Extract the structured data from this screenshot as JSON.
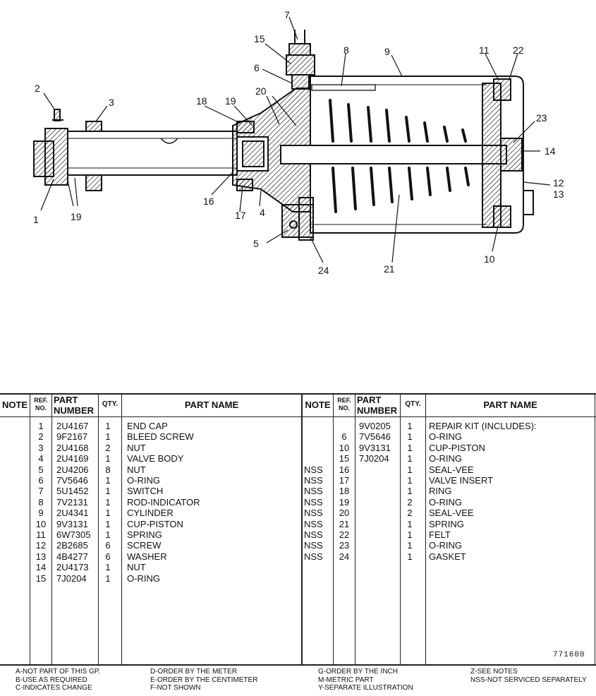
{
  "diagram": {
    "callouts": [
      "1",
      "2",
      "3",
      "4",
      "5",
      "6",
      "7",
      "8",
      "9",
      "10",
      "11",
      "12",
      "13",
      "14",
      "15",
      "16",
      "17",
      "18",
      "19",
      "19",
      "20",
      "21",
      "22",
      "23",
      "24"
    ]
  },
  "table": {
    "headers": {
      "note": "NOTE",
      "ref_no": "REF. NO.",
      "part_number": "PART NUMBER",
      "qty": "QTY.",
      "part_name": "PART NAME"
    },
    "left_rows": [
      {
        "note": "",
        "ref": "1",
        "part": "2U4167",
        "qty": "1",
        "name": "END CAP"
      },
      {
        "note": "",
        "ref": "2",
        "part": "9F2167",
        "qty": "1",
        "name": "BLEED SCREW"
      },
      {
        "note": "",
        "ref": "3",
        "part": "2U4168",
        "qty": "2",
        "name": "NUT"
      },
      {
        "note": "",
        "ref": "4",
        "part": "2U4169",
        "qty": "1",
        "name": "VALVE BODY"
      },
      {
        "note": "",
        "ref": "5",
        "part": "2U4206",
        "qty": "8",
        "name": "NUT"
      },
      {
        "note": "",
        "ref": "6",
        "part": "7V5646",
        "qty": "1",
        "name": "O-RING"
      },
      {
        "note": "",
        "ref": "7",
        "part": "5U1452",
        "qty": "1",
        "name": "SWITCH"
      },
      {
        "note": "",
        "ref": "8",
        "part": "7V2131",
        "qty": "1",
        "name": "ROD-INDICATOR"
      },
      {
        "note": "",
        "ref": "9",
        "part": "2U4341",
        "qty": "1",
        "name": "CYLINDER"
      },
      {
        "note": "",
        "ref": "10",
        "part": "9V3131",
        "qty": "1",
        "name": "CUP-PISTON"
      },
      {
        "note": "",
        "ref": "11",
        "part": "6W7305",
        "qty": "1",
        "name": "SPRING"
      },
      {
        "note": "",
        "ref": "12",
        "part": "2B2685",
        "qty": "6",
        "name": "SCREW"
      },
      {
        "note": "",
        "ref": "13",
        "part": "4B4277",
        "qty": "6",
        "name": "WASHER"
      },
      {
        "note": "",
        "ref": "14",
        "part": "2U4173",
        "qty": "1",
        "name": "NUT"
      },
      {
        "note": "",
        "ref": "15",
        "part": "7J0204",
        "qty": "1",
        "name": "O-RING"
      }
    ],
    "right_rows": [
      {
        "note": "",
        "ref": "",
        "part": "9V0205",
        "qty": "1",
        "name": "REPAIR KIT (INCLUDES):"
      },
      {
        "note": "",
        "ref": "6",
        "part": "7V5646",
        "qty": "1",
        "name": "O-RING"
      },
      {
        "note": "",
        "ref": "10",
        "part": "9V3131",
        "qty": "1",
        "name": "CUP-PISTON"
      },
      {
        "note": "",
        "ref": "15",
        "part": "7J0204",
        "qty": "1",
        "name": "O-RING"
      },
      {
        "note": "NSS",
        "ref": "16",
        "part": "",
        "qty": "1",
        "name": "SEAL-VEE"
      },
      {
        "note": "NSS",
        "ref": "17",
        "part": "",
        "qty": "1",
        "name": "VALVE INSERT"
      },
      {
        "note": "NSS",
        "ref": "18",
        "part": "",
        "qty": "1",
        "name": "RING"
      },
      {
        "note": "NSS",
        "ref": "19",
        "part": "",
        "qty": "2",
        "name": "O-RING"
      },
      {
        "note": "NSS",
        "ref": "20",
        "part": "",
        "qty": "2",
        "name": "SEAL-VEE"
      },
      {
        "note": "NSS",
        "ref": "21",
        "part": "",
        "qty": "1",
        "name": "SPRING"
      },
      {
        "note": "NSS",
        "ref": "22",
        "part": "",
        "qty": "1",
        "name": "FELT"
      },
      {
        "note": "NSS",
        "ref": "23",
        "part": "",
        "qty": "1",
        "name": "O-RING"
      },
      {
        "note": "NSS",
        "ref": "24",
        "part": "",
        "qty": "1",
        "name": "GASKET"
      }
    ]
  },
  "drawing_number": "771600",
  "footer": {
    "col1": [
      "A-NOT PART OF THIS GP.",
      "B-USE AS REQUIRED",
      "C-INDICATES CHANGE"
    ],
    "col2": [
      "D-ORDER BY THE METER",
      "E-ORDER BY THE CENTIMETER",
      "F-NOT SHOWN"
    ],
    "col3": [
      "G-ORDER BY THE INCH",
      "M-METRIC PART",
      "Y-SEPARATE ILLUSTRATION"
    ],
    "col4": [
      "Z-SEE NOTES",
      "NSS-NOT SERVICED SEPARATELY"
    ]
  }
}
